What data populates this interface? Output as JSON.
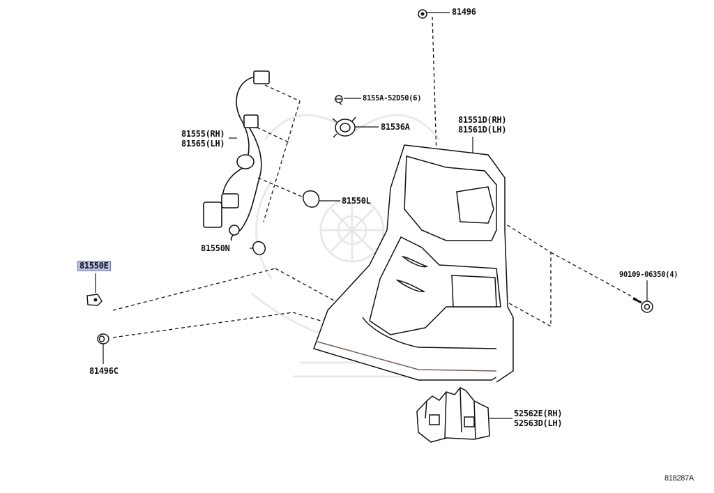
{
  "parts": [
    {
      "id": "p81496",
      "label": "81496"
    },
    {
      "id": "p8155A",
      "label": "8155A-52D50(6)"
    },
    {
      "id": "p81536A",
      "label": "81536A"
    },
    {
      "id": "p81555",
      "label": "81555(RH)"
    },
    {
      "id": "p81565",
      "label": "81565(LH)"
    },
    {
      "id": "p81551D",
      "label": "81551D(RH)"
    },
    {
      "id": "p81561D",
      "label": "81561D(LH)"
    },
    {
      "id": "p81550L",
      "label": "81550L"
    },
    {
      "id": "p81550N",
      "label": "81550N"
    },
    {
      "id": "p81550E",
      "label": "81550E",
      "highlighted": true
    },
    {
      "id": "p90109",
      "label": "90109-06350(4)"
    },
    {
      "id": "p81496C",
      "label": "81496C"
    },
    {
      "id": "p52562E",
      "label": "52562E(RH)"
    },
    {
      "id": "p52563D",
      "label": "52563D(LH)"
    }
  ],
  "figure_code": "818287A",
  "colors": {
    "highlight": "#b9c0e4",
    "line": "#111111",
    "lens": "#7a5a5a"
  }
}
